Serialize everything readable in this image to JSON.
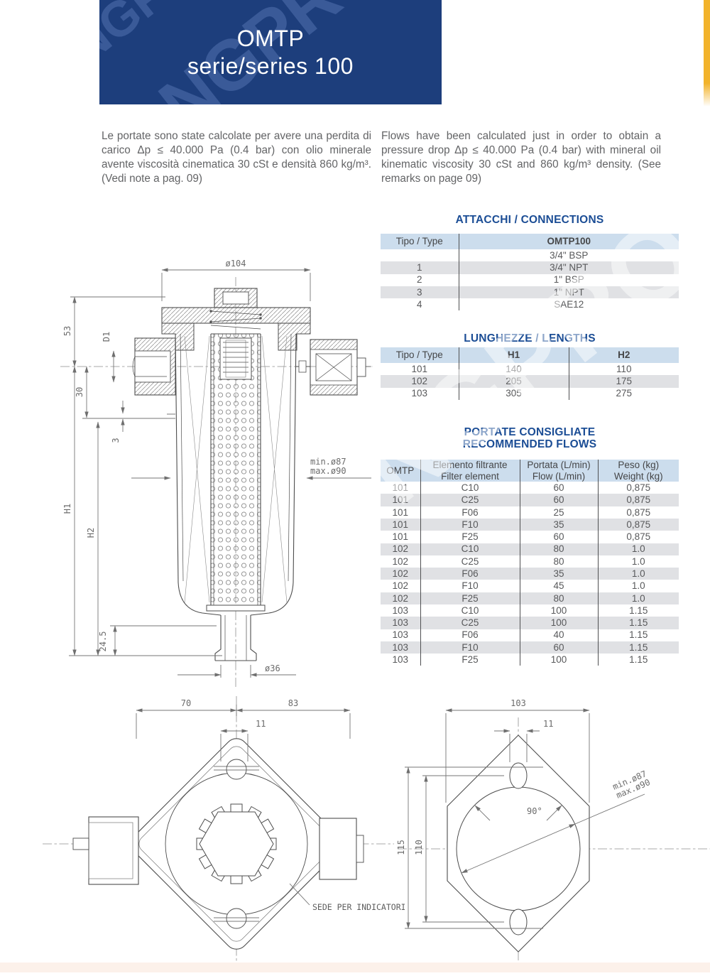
{
  "page": {
    "watermark": "NGPRO",
    "accent_yellow": "#f2b32b",
    "header_blue": "#1d3e7c",
    "title_blue": "#1b4d95"
  },
  "header": {
    "title_line1": "OMTP",
    "title_line2": "serie/series 100"
  },
  "intro": {
    "italian": "Le portate sono state calcolate per avere una perdita di carico Δp ≤ 40.000 Pa (0.4 bar) con olio minerale avente viscosità cinematica 30 cSt e densità 860 kg/m³. (Vedi note a pag. 09)",
    "english": "Flows have been calculated just in order to obtain a pressure drop Δp ≤ 40.000 Pa (0.4 bar) with mineral oil kinematic viscosity 30 cSt and 860 kg/m³ density. (See remarks on page 09)"
  },
  "tables": {
    "connections": {
      "title": "ATTACCHI / CONNECTIONS",
      "headers": [
        "Tipo / Type",
        "OMTP100"
      ],
      "rows": [
        [
          "",
          "3/4\" BSP"
        ],
        [
          "1",
          "3/4\" NPT"
        ],
        [
          "2",
          "1\" BSP"
        ],
        [
          "3",
          "1\" NPT"
        ],
        [
          "4",
          "SAE12"
        ]
      ]
    },
    "lengths": {
      "title": "LUNGHEZZE / LENGTHS",
      "headers": [
        "Tipo / Type",
        "H1",
        "H2"
      ],
      "rows": [
        [
          "101",
          "140",
          "110"
        ],
        [
          "102",
          "205",
          "175"
        ],
        [
          "103",
          "305",
          "275"
        ]
      ]
    },
    "flows": {
      "title_line1": "PORTATE CONSIGLIATE",
      "title_line2": "RECOMMENDED FLOWS",
      "headers": [
        "OMTP",
        "Elemento filtrante\nFilter element",
        "Portata (L/min)\nFlow (L/min)",
        "Peso (kg)\nWeight (kg)"
      ],
      "rows": [
        [
          "101",
          "C10",
          "60",
          "0,875"
        ],
        [
          "101",
          "C25",
          "60",
          "0,875"
        ],
        [
          "101",
          "F06",
          "25",
          "0,875"
        ],
        [
          "101",
          "F10",
          "35",
          "0,875"
        ],
        [
          "101",
          "F25",
          "60",
          "0,875"
        ],
        [
          "102",
          "C10",
          "80",
          "1.0"
        ],
        [
          "102",
          "C25",
          "80",
          "1.0"
        ],
        [
          "102",
          "F06",
          "35",
          "1.0"
        ],
        [
          "102",
          "F10",
          "45",
          "1.0"
        ],
        [
          "102",
          "F25",
          "80",
          "1.0"
        ],
        [
          "103",
          "C10",
          "100",
          "1.15"
        ],
        [
          "103",
          "C25",
          "100",
          "1.15"
        ],
        [
          "103",
          "F06",
          "40",
          "1.15"
        ],
        [
          "103",
          "F10",
          "60",
          "1.15"
        ],
        [
          "103",
          "F25",
          "100",
          "1.15"
        ]
      ]
    }
  },
  "drawings": {
    "section": {
      "dia_top": "ø104",
      "dim_53": "53",
      "dim_d1": "D1",
      "dim_30": "30",
      "dim_3": "3",
      "dim_h1": "H1",
      "dim_h2": "H2",
      "dim_245": "24.5",
      "seat_min": "min.ø87",
      "seat_max": "max.ø90",
      "dia_spigot": "ø36"
    },
    "bottom_view": {
      "dim_70": "70",
      "dim_83": "83",
      "dim_11": "11",
      "indicator_note": "SEDE PER INDICATORI"
    },
    "flange_view": {
      "dim_103": "103",
      "dim_11": "11",
      "dim_115": "115",
      "dim_110": "110",
      "angle_90": "90°",
      "seat_min": "min.ø87",
      "seat_max": "max.ø90"
    }
  }
}
